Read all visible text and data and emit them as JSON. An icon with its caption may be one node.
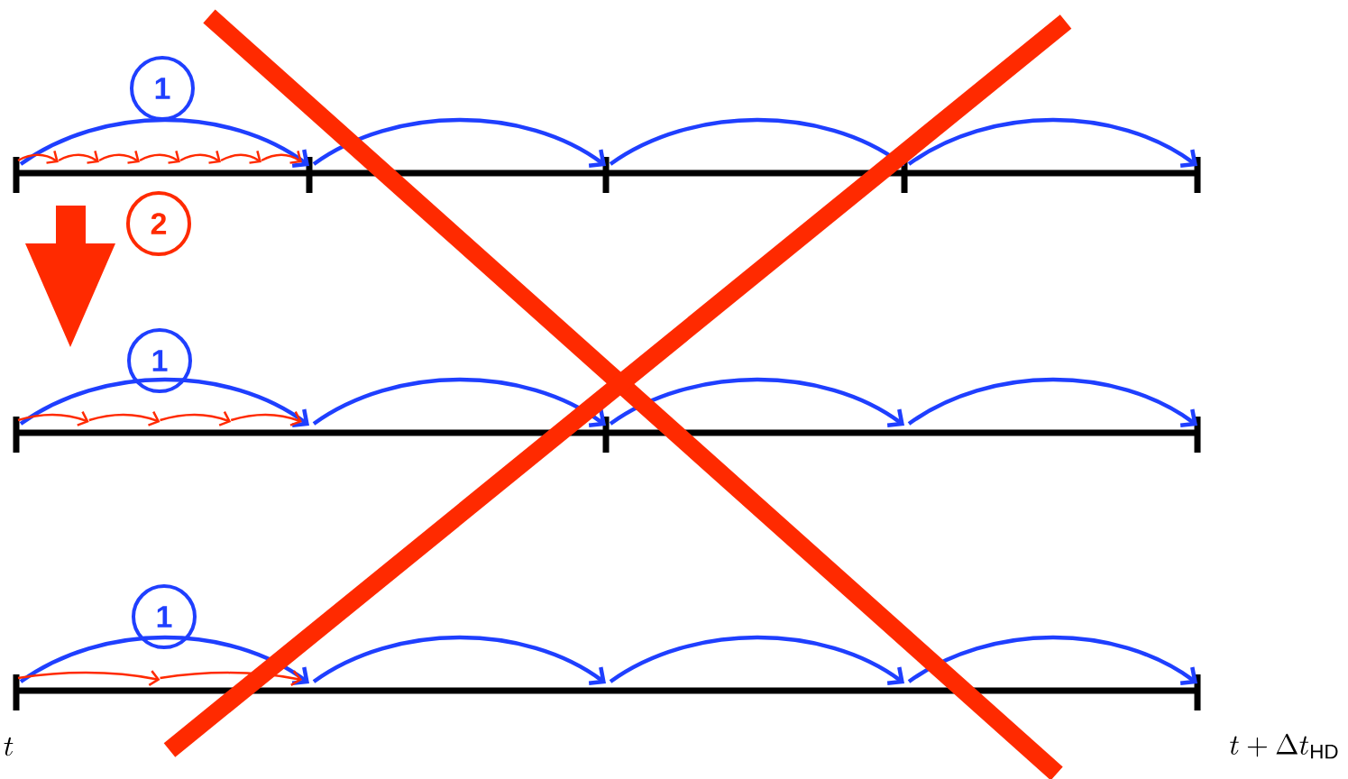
{
  "diagram": {
    "nodes": [
      {
        "text": [
          "1"
        ]
      },
      {
        "text": [
          "2"
        ]
      },
      {
        "text": [
          "1"
        ]
      },
      {
        "text": [
          "1"
        ]
      }
    ],
    "labels": [
      "t",
      "t + \\Delta t_{\\mathrm{HD}}"
    ]
  }
}
